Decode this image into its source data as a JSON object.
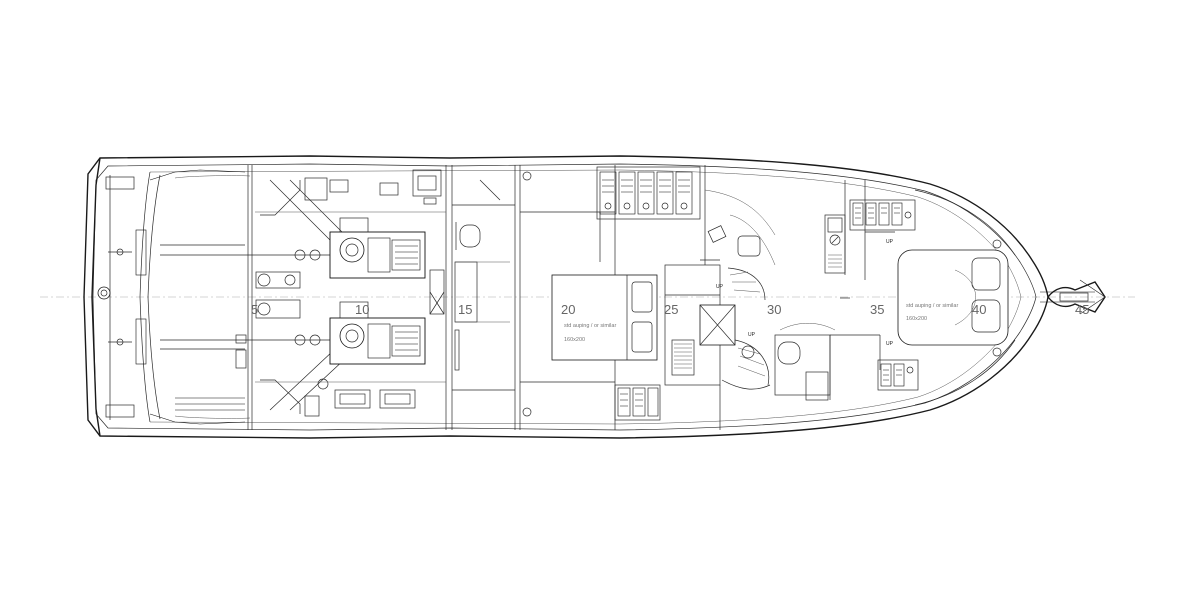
{
  "frame_numbers": [
    "5",
    "10",
    "15",
    "20",
    "25",
    "30",
    "35",
    "40",
    "45"
  ],
  "bed_aft": {
    "note": "std auping / or similar",
    "size": "160x200"
  },
  "bed_fwd": {
    "note": "std auping / or similar",
    "size": "160x200"
  },
  "stair_labels": {
    "up_upper": "UP",
    "up_middle": "UP",
    "up_fwd_top": "UP",
    "up_fwd_bottom": "UP"
  }
}
